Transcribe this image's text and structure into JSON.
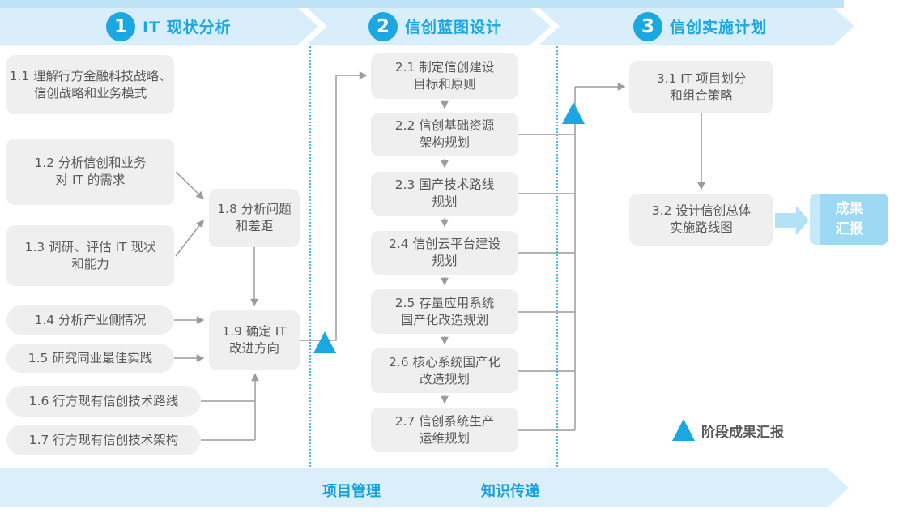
{
  "banners": [
    {
      "number": "1",
      "title": "IT 现状分析"
    },
    {
      "number": "2",
      "title": "信创蓝图设计"
    },
    {
      "number": "3",
      "title": "信创实施计划"
    }
  ],
  "phase1": [
    {
      "label": "1.1 理解行方金融科技战略、\n信创战略和业务模式"
    },
    {
      "label": "1.2 分析信创和业务\n对 IT 的需求"
    },
    {
      "label": "1.3 调研、评估 IT 现状\n和能力"
    },
    {
      "label": "1.4 分析产业侧情况"
    },
    {
      "label": "1.5 研究同业最佳实践"
    },
    {
      "label": "1.6 行方现有信创技术路线"
    },
    {
      "label": "1.7 行方现有信创技术架构"
    },
    {
      "label": "1.8 分析问题\n和差距"
    },
    {
      "label": "1.9 确定 IT\n改进方向"
    }
  ],
  "phase2": [
    {
      "label": "2.1 制定信创建设\n目标和原则"
    },
    {
      "label": "2.2 信创基础资源\n架构规划"
    },
    {
      "label": "2.3 国产技术路线\n规划"
    },
    {
      "label": "2.4 信创云平台建设\n规划"
    },
    {
      "label": "2.5 存量应用系统\n国产化改造规划"
    },
    {
      "label": "2.6 核心系统国产化\n改造规划"
    },
    {
      "label": "2.7 信创系统生产\n运维规划"
    }
  ],
  "phase3": [
    {
      "label": "3.1 IT 项目划分\n和组合策略"
    },
    {
      "label": "3.2 设计信创总体\n实施路线图"
    }
  ],
  "result_box": {
    "label": "成果\n汇报"
  },
  "legend": {
    "label": "阶段成果汇报"
  },
  "footer": [
    {
      "label": "项目管理"
    },
    {
      "label": "知识传递"
    }
  ],
  "colors": {
    "accent_blue": "#1AA7E2",
    "banner_fill": "#D8EEFB",
    "strip_fill": "#BEE3F6",
    "box_fill": "#EFEFEF",
    "box_text": "#58595B",
    "connector_gray": "#9C9C9C",
    "dotted_blue": "#45BCE8",
    "result_fill": "#9ED9F4",
    "thick_arrow_fill": "#B3E2F7"
  }
}
